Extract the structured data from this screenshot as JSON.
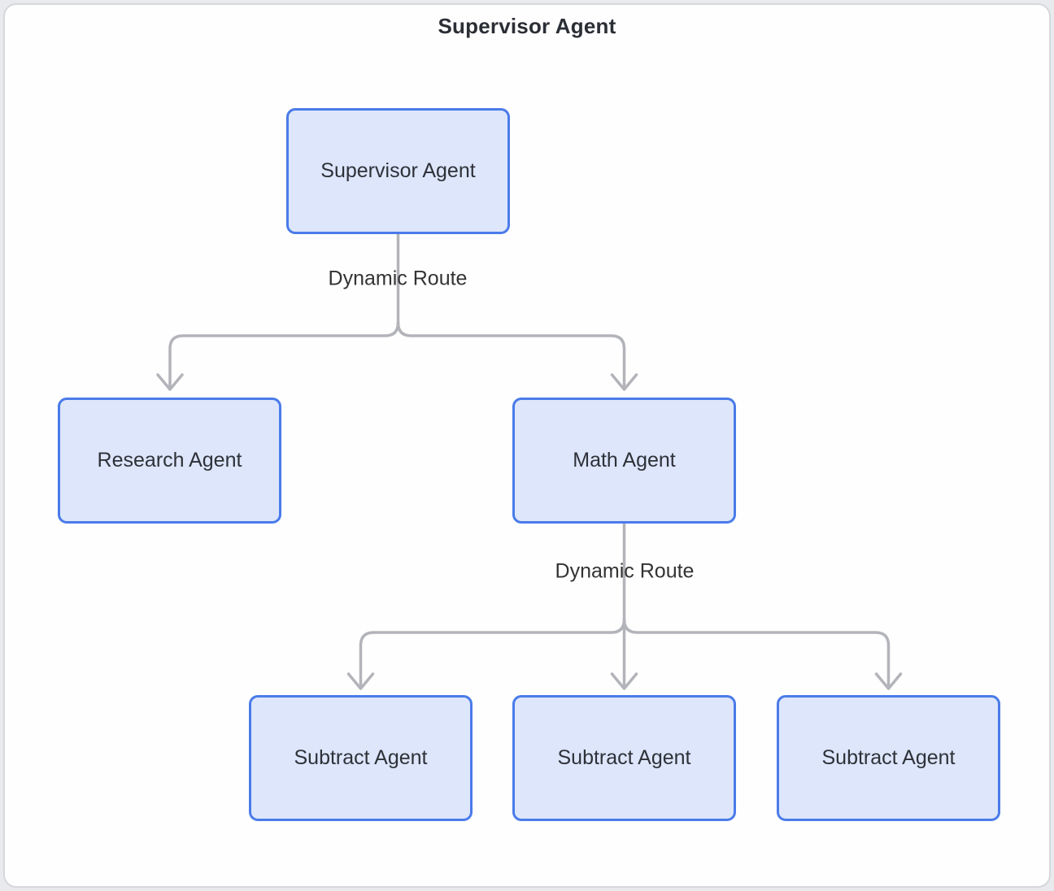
{
  "diagram": {
    "title": "Supervisor Agent",
    "nodes": [
      {
        "id": "supervisor",
        "label": "Supervisor Agent"
      },
      {
        "id": "research",
        "label": "Research Agent"
      },
      {
        "id": "math",
        "label": "Math Agent"
      },
      {
        "id": "subtract-1",
        "label": "Subtract Agent"
      },
      {
        "id": "subtract-2",
        "label": "Subtract Agent"
      },
      {
        "id": "subtract-3",
        "label": "Subtract Agent"
      }
    ],
    "edges": [
      {
        "from": "supervisor",
        "label": "Dynamic Route"
      },
      {
        "from": "math",
        "label": "Dynamic Route"
      }
    ],
    "colors": {
      "node_border": "#4a7be9",
      "node_fill": "#dde6fb",
      "connector": "#b3b4ba",
      "node_text": "#2e3138",
      "title_text": "#2b2e35",
      "canvas_bg": "#fefefe"
    }
  }
}
